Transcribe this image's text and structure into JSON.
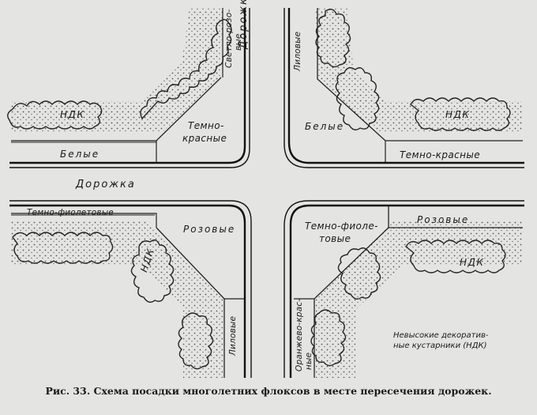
{
  "caption": "Рис. 33. Схема посадки многолетних флоксов в месте пересечения дорожек.",
  "labels": {
    "path_vertical": "Дорожка",
    "path_horizontal": "Дорожка",
    "ndk": "НДК",
    "svetlo_rozovye_1": "Светло-розо-",
    "svetlo_rozovye_2": "вые",
    "lilovye": "Лиловые",
    "belye": "Белые",
    "temno_krasnye_1": "Темно-",
    "temno_krasnye_2": "красные",
    "temno_krasnye": "Темно-красные",
    "temno_fioletovye": "Темно-фиолетовые",
    "rozovye": "Розовые",
    "temno_fiolet_1": "Темно-фиоле-",
    "temno_fiolet_2": "товые",
    "oranzhevo_1": "Оранжево-крас-",
    "oranzhevo_2": "ные"
  },
  "legend": {
    "line1": "Невысокие декоратив-",
    "line2": "ные кустарники (НДК)"
  }
}
